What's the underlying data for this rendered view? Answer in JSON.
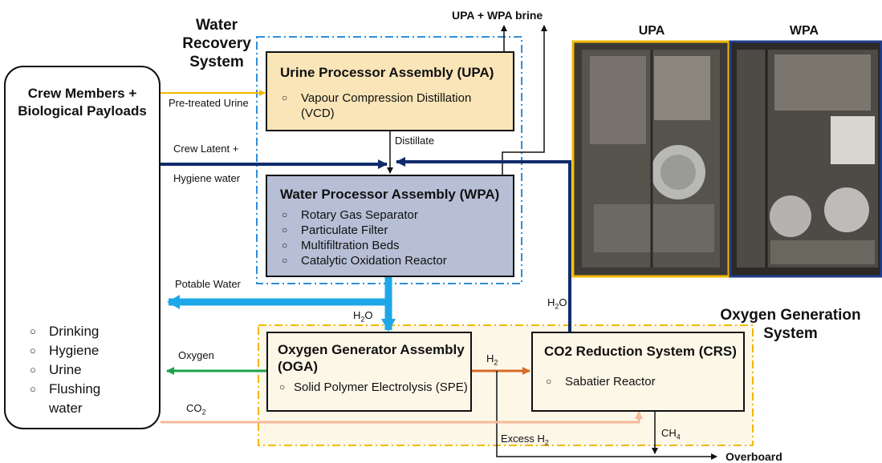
{
  "groups": {
    "water_recovery": "Water Recovery\nSystem",
    "oxygen_generation": "Oxygen Generation\nSystem"
  },
  "crew": {
    "title": "Crew Members +\nBiological Payloads",
    "uses": [
      "Drinking",
      "Hygiene",
      "Urine",
      "Flushing\nwater"
    ]
  },
  "upa": {
    "title": "Urine Processor Assembly (UPA)",
    "items": [
      "Vapour Compression Distillation\n(VCD)"
    ]
  },
  "wpa": {
    "title": "Water Processor Assembly (WPA)",
    "items": [
      "Rotary Gas Separator",
      "Particulate Filter",
      "Multifiltration Beds",
      "Catalytic Oxidation Reactor"
    ]
  },
  "oga": {
    "title": "Oxygen Generator Assembly\n(OGA)",
    "items": [
      "Solid Polymer Electrolysis (SPE)"
    ]
  },
  "crs": {
    "title": "CO2 Reduction System (CRS)",
    "items": [
      "Sabatier Reactor"
    ]
  },
  "flows": {
    "brine": "UPA + WPA brine",
    "pretreated_urine": "Pre-treated Urine",
    "crew_latent": "Crew Latent +",
    "hygiene_water": "Hygiene water",
    "distillate": "Distillate",
    "potable_water": "Potable Water",
    "h2o_down": "H",
    "h2o_down_sub": "2",
    "h2o_down_tail": "O",
    "h2o_right": "H",
    "h2o_right_sub": "2",
    "h2o_right_tail": "O",
    "oxygen": "Oxygen",
    "h2": "H",
    "h2_sub": "2",
    "co2": "CO",
    "co2_sub": "2",
    "excess_h2": "Excess H",
    "excess_h2_sub": "2",
    "ch4": "CH",
    "ch4_sub": "4",
    "overboard": "Overboard"
  },
  "photos": {
    "left": "UPA",
    "right": "WPA"
  },
  "colors": {
    "upa_fill": "#f9e5b8",
    "wpa_fill": "#b6bfd6",
    "ogs_fill": "#fdf7e8",
    "urine_line": "#f2b800",
    "potable_line": "#1ea7e8",
    "oxygen_line": "#1aa14a",
    "h2_line": "#d86a26",
    "co2_line": "#f5b99a",
    "navy_line": "#0f2b6b",
    "wrs_border": "#2e8fd6",
    "ogs_border": "#f2b800"
  }
}
